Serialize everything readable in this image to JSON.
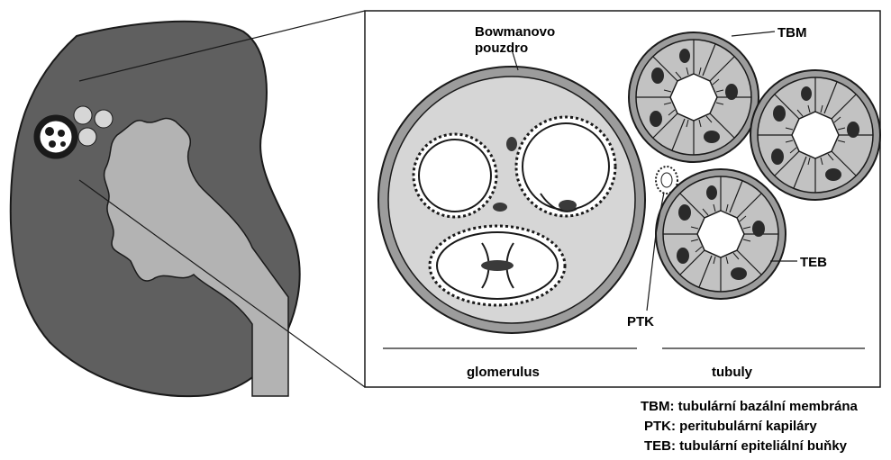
{
  "labels": {
    "bowman_line1": "Bowmanovo",
    "bowman_line2": "pouzdro",
    "tbm": "TBM",
    "teb": "TEB",
    "ptk": "PTK",
    "glomerulus": "glomerulus",
    "tubuly": "tubuly"
  },
  "legend": [
    "TBM: tubulární bazální membrána",
    "PTK: peritubulární kapiláry",
    "TEB: tubulární epiteliální buňky"
  ],
  "colors": {
    "kidney": "#5f5f5f",
    "pelvis": "#b3b3b3",
    "capsule_ring": "#9c9c9c",
    "capsule_inner": "#d6d6d6",
    "tubule_fill": "#c2c2c2",
    "line": "#1a1a1a"
  }
}
